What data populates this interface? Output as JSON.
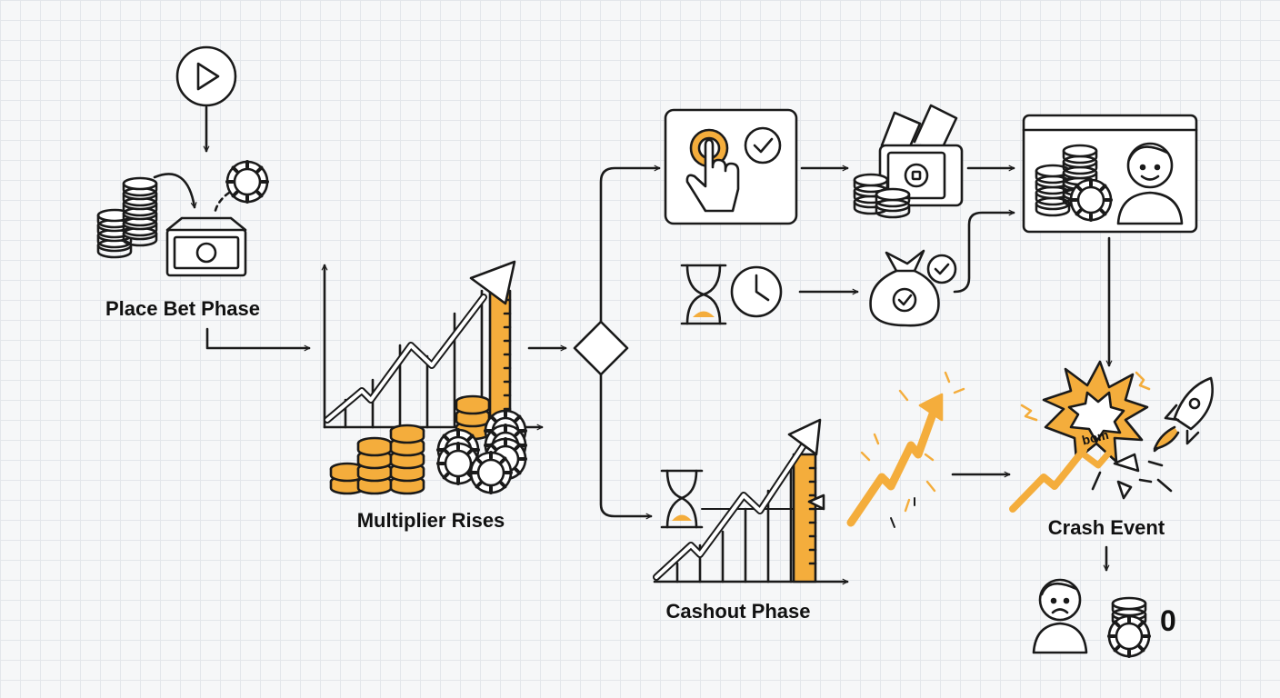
{
  "labels": {
    "place_bet": "Place Bet Phase",
    "multiplier": "Multiplier Rises",
    "cashout": "Cashout Phase",
    "crash": "Crash Event",
    "zero": "0",
    "boom": "bom"
  },
  "colors": {
    "ink": "#1a1a1a",
    "accent": "#f4ad3c",
    "grid": "#e3e6ea",
    "background": "#f6f7f8"
  },
  "icons": [
    "play-icon",
    "coin-stack-icon",
    "poker-chip-icon",
    "cash-box-icon",
    "growth-chart-icon",
    "decision-diamond-icon",
    "tap-button-icon",
    "checkmark-icon",
    "money-safe-icon",
    "hourglass-icon",
    "clock-icon",
    "money-bag-icon",
    "player-screen-icon",
    "happy-user-icon",
    "rocket-icon",
    "explosion-icon",
    "sad-user-icon"
  ]
}
